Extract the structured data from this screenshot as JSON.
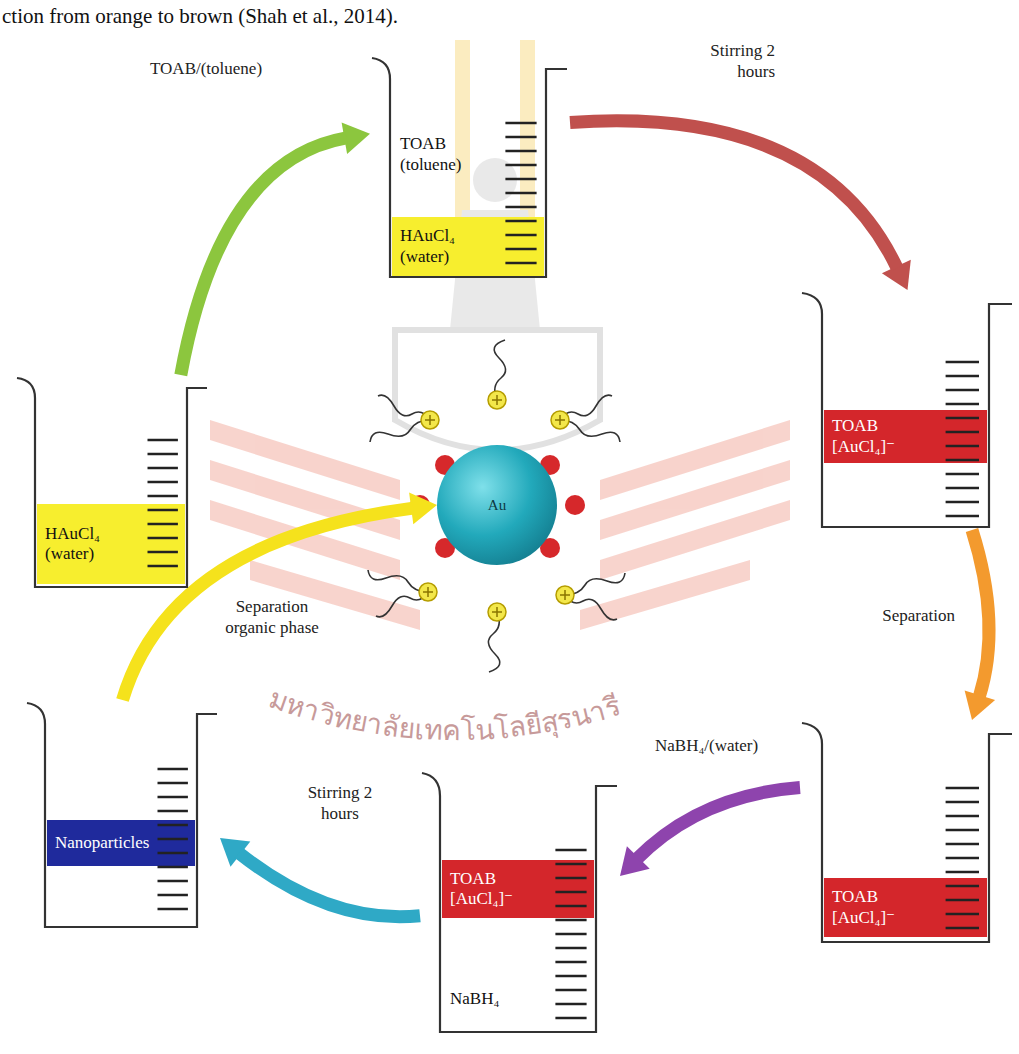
{
  "diagram": {
    "nodes": [
      {
        "text": [
          "HAuCl₄ (water)"
        ]
      },
      {
        "text": [
          "TOAB (toluene)",
          "HAuCl₄ (water)"
        ]
      },
      {
        "text": [
          "TOAB [AuCl₄]⁻"
        ]
      },
      {
        "text": [
          "TOAB [AuCl₄]⁻"
        ]
      },
      {
        "text": [
          "TOAB [AuCl₄]⁻",
          "NaBH₄"
        ]
      },
      {
        "text": [
          "Nanoparticles"
        ]
      },
      {
        "text": [
          "Au"
        ]
      }
    ],
    "edges": [
      {
        "from": 0,
        "to": 1,
        "arrow": "to",
        "label": "TOAB/(toluene)"
      },
      {
        "from": 1,
        "to": 2,
        "arrow": "to",
        "label": "Stirring 2 hours"
      },
      {
        "from": 2,
        "to": 3,
        "arrow": "to",
        "label": "Separation"
      },
      {
        "from": 3,
        "to": 4,
        "arrow": "to",
        "label": "NaBH₄/(water)"
      },
      {
        "from": 4,
        "to": 5,
        "arrow": "to",
        "label": "Stirring 2 hours"
      },
      {
        "from": 5,
        "to": 6,
        "arrow": "to",
        "label": "Separation organic phase"
      }
    ],
    "labels": [
      "ction from orange to brown (Shah et al., 2014).",
      "มหาวิทยาลัยเทคโนโลยีสุรนารี"
    ]
  }
}
